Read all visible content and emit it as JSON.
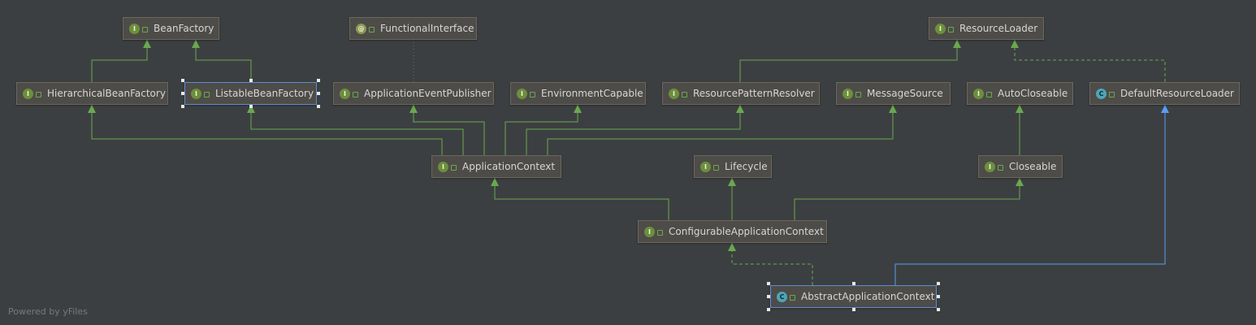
{
  "colors": {
    "background": "#3c3f41",
    "node_fill": "#4e4c48",
    "node_border": "#6b6760",
    "selected_border": "#5b8fd8",
    "extends_edge": "#6aa84f",
    "implements_edge": "#589df6",
    "annotation_edge": "#6f6f55"
  },
  "nodes": [
    {
      "id": "bean-factory",
      "name": "BeanFactory",
      "kind": "interface",
      "badge": "I"
    },
    {
      "id": "functional-interface",
      "name": "FunctionalInterface",
      "kind": "annotation",
      "badge": "@"
    },
    {
      "id": "resource-loader",
      "name": "ResourceLoader",
      "kind": "interface",
      "badge": "I"
    },
    {
      "id": "hierarchical-bean-factory",
      "name": "HierarchicalBeanFactory",
      "kind": "interface",
      "badge": "I"
    },
    {
      "id": "listable-bean-factory",
      "name": "ListableBeanFactory",
      "kind": "interface",
      "badge": "I",
      "selected": true
    },
    {
      "id": "application-event-publisher",
      "name": "ApplicationEventPublisher",
      "kind": "interface",
      "badge": "I"
    },
    {
      "id": "environment-capable",
      "name": "EnvironmentCapable",
      "kind": "interface",
      "badge": "I"
    },
    {
      "id": "resource-pattern-resolver",
      "name": "ResourcePatternResolver",
      "kind": "interface",
      "badge": "I"
    },
    {
      "id": "message-source",
      "name": "MessageSource",
      "kind": "interface",
      "badge": "I"
    },
    {
      "id": "auto-closeable",
      "name": "AutoCloseable",
      "kind": "interface",
      "badge": "I"
    },
    {
      "id": "default-resource-loader",
      "name": "DefaultResourceLoader",
      "kind": "class",
      "badge": "C"
    },
    {
      "id": "application-context",
      "name": "ApplicationContext",
      "kind": "interface",
      "badge": "I"
    },
    {
      "id": "lifecycle",
      "name": "Lifecycle",
      "kind": "interface",
      "badge": "I"
    },
    {
      "id": "closeable",
      "name": "Closeable",
      "kind": "interface",
      "badge": "I"
    },
    {
      "id": "configurable-application-context",
      "name": "ConfigurableApplicationContext",
      "kind": "interface",
      "badge": "I"
    },
    {
      "id": "abstract-application-context",
      "name": "AbstractApplicationContext",
      "kind": "class",
      "badge": "C",
      "selected": true
    }
  ],
  "edges": [
    {
      "from": "hierarchical-bean-factory",
      "to": "bean-factory",
      "type": "extends"
    },
    {
      "from": "listable-bean-factory",
      "to": "bean-factory",
      "type": "extends"
    },
    {
      "from": "application-event-publisher",
      "to": "functional-interface",
      "type": "annotation"
    },
    {
      "from": "resource-pattern-resolver",
      "to": "resource-loader",
      "type": "extends"
    },
    {
      "from": "default-resource-loader",
      "to": "resource-loader",
      "type": "implements-dashed"
    },
    {
      "from": "application-context",
      "to": "hierarchical-bean-factory",
      "type": "extends"
    },
    {
      "from": "application-context",
      "to": "listable-bean-factory",
      "type": "extends"
    },
    {
      "from": "application-context",
      "to": "application-event-publisher",
      "type": "extends"
    },
    {
      "from": "application-context",
      "to": "environment-capable",
      "type": "extends"
    },
    {
      "from": "application-context",
      "to": "resource-pattern-resolver",
      "type": "extends"
    },
    {
      "from": "application-context",
      "to": "message-source",
      "type": "extends"
    },
    {
      "from": "closeable",
      "to": "auto-closeable",
      "type": "extends"
    },
    {
      "from": "configurable-application-context",
      "to": "application-context",
      "type": "extends"
    },
    {
      "from": "configurable-application-context",
      "to": "lifecycle",
      "type": "extends"
    },
    {
      "from": "configurable-application-context",
      "to": "closeable",
      "type": "extends"
    },
    {
      "from": "abstract-application-context",
      "to": "configurable-application-context",
      "type": "implements-dashed"
    },
    {
      "from": "abstract-application-context",
      "to": "default-resource-loader",
      "type": "extends-class"
    }
  ],
  "footer": "Powered by yFiles"
}
